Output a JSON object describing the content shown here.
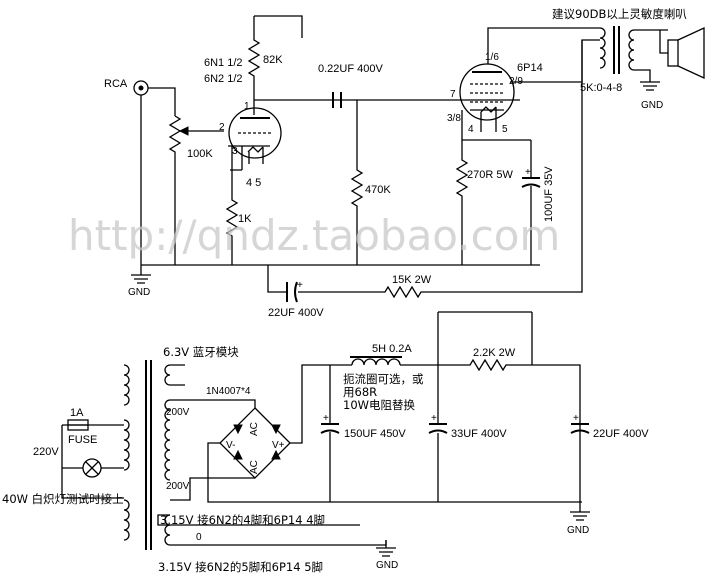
{
  "watermark": "http://qndz.taobao.com",
  "labels": {
    "rca": "RCA",
    "pot": "100K",
    "gnd1": "GND",
    "tube1_a": "6N1  1/2",
    "tube1_b": "6N2  1/2",
    "r82k": "82K",
    "pin1": "1",
    "pin2": "2",
    "pin3": "3",
    "pin45": "4  5",
    "r1k": "1K",
    "cap022": "0.22UF 400V",
    "r470k": "470K",
    "tube2": "6P14",
    "pin7": "7",
    "pin16": "1/6",
    "pin29": "2/9",
    "pin38": "3/8",
    "pin4b": "4",
    "pin5b": "5",
    "r270": "270R 5W",
    "c100": "100UF 35V",
    "plus": "+",
    "r15k": "15K 2W",
    "c22a": "22UF 400V",
    "speaker_note": "建议90DB以上灵敏度喇叭",
    "ot": "5K:0-4-8",
    "gnd2": "GND",
    "bt": "6.3V 蓝牙模块",
    "choke": "5H 0.2A",
    "choke_note1": "扼流圈可选，或",
    "choke_note2": "用68R",
    "choke_note3": "10W电阻替换",
    "r22k": "2.2K 2W",
    "diodes": "1N4007*4",
    "ac1": "AC",
    "ac2": "AC",
    "vminus": "V-",
    "vplus": "V+",
    "v200a": "200V",
    "v200b": "200V",
    "fuse_a": "1A",
    "fuse_b": "FUSE",
    "mains": "220V",
    "lamp": "40W 白炽灯测试时接上",
    "c150": "150UF 450V",
    "c33": "33UF 400V",
    "c22b": "22UF 400V",
    "h1": "3.15V  接6N2的4脚和6P14 4脚",
    "zero": "0",
    "h2": "3.15V  接6N2的5脚和6P14 5脚",
    "gnd3": "GND",
    "gnd4": "GND"
  }
}
